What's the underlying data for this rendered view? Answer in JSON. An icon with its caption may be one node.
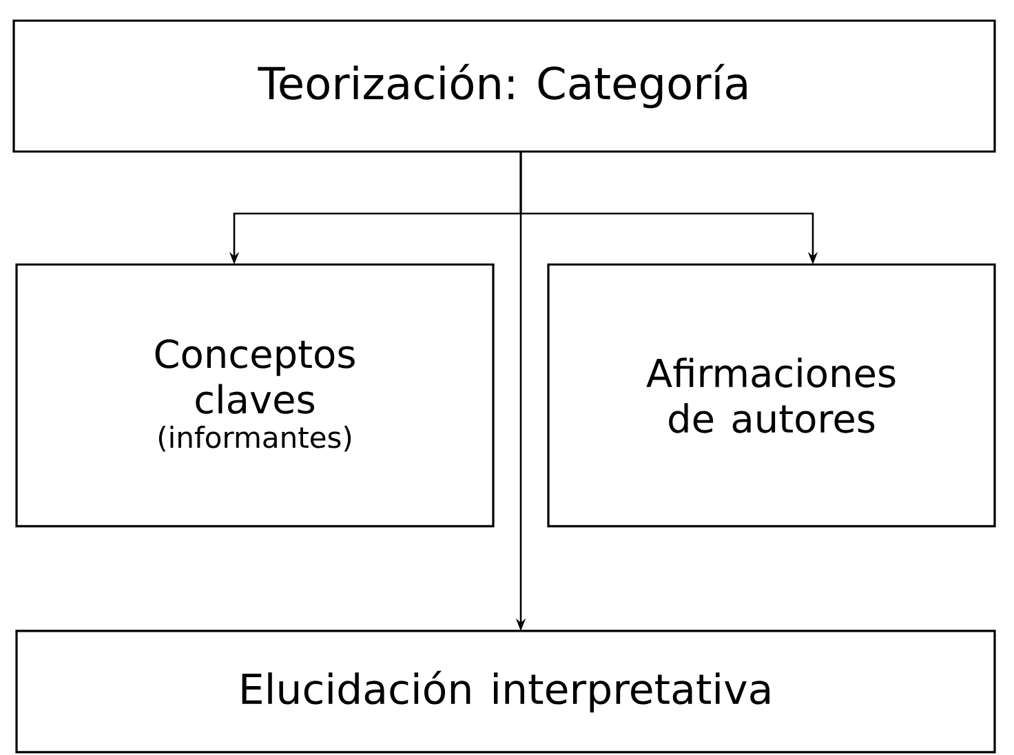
{
  "diagram": {
    "nodes": [
      {
        "text": [
          "Teorización: Categoría"
        ]
      },
      {
        "text": [
          "Conceptos claves",
          "(informantes)"
        ]
      },
      {
        "text": [
          "Afirmaciones de autores"
        ]
      },
      {
        "text": [
          "Elucidación interpretativa"
        ]
      }
    ],
    "edges": [
      {
        "from": 0,
        "to": 1,
        "arrow": "to"
      },
      {
        "from": 0,
        "to": 2,
        "arrow": "to"
      },
      {
        "from": 0,
        "to": 3,
        "arrow": "to"
      }
    ]
  }
}
